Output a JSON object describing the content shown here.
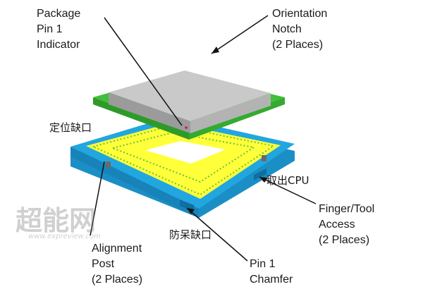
{
  "labels": {
    "package_pin1": [
      "Package",
      "Pin 1",
      "Indicator"
    ],
    "orientation_notch": [
      "Orientation",
      "Notch",
      "(2 Places)"
    ],
    "positioning_notch_cn": "定位缺口",
    "remove_cpu_cn": "取出CPU",
    "finger_tool_access": [
      "Finger/Tool",
      "Access",
      "(2 Places)"
    ],
    "anti_dumb_notch_cn": "防呆缺口",
    "alignment_post": [
      "Alignment",
      "Post",
      "(2 Places)"
    ],
    "pin1_chamfer": [
      "Pin 1",
      "Chamfer"
    ]
  },
  "watermark": {
    "logo": "超能网",
    "url": "www.expreview.com"
  },
  "colors": {
    "socket_frame": "#1e9fd8",
    "socket_bed": "#ffff3a",
    "substrate": "#3fbf3a",
    "ihs_top": "#c9c9c9",
    "ihs_side": "#9b9b9b",
    "text": "#1a1a1a"
  }
}
